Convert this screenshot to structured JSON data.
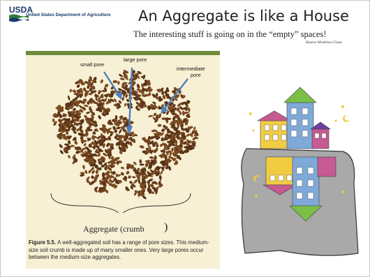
{
  "header": {
    "logo_text": "USDA",
    "agency": "United States Department of Agriculture",
    "title": "An Aggregate is like a House",
    "subtitle": "The interesting stuff is going on in the “empty” spaces!",
    "attribution": "Bianca Moebius-Clune"
  },
  "figure": {
    "labels": {
      "small_pore": "small pore",
      "large_pore": "large pore",
      "intermediate_pore_line1": "intermediate",
      "intermediate_pore_line2": "pore"
    },
    "aggregate_label": "Aggregate (crumb",
    "aggregate_paren": ")",
    "caption_prefix": "Figure 5.5.",
    "caption_text": "A well-aggregated soil has a range of pore sizes. This medium-size soil crumb is made up of many smaller ones. Very large pores occur between the medium-size aggregates.",
    "colors": {
      "bar": "#6e8c3a",
      "panel": "#f7f0d4",
      "soil": "#5b3417",
      "arrow": "#4f7fc0"
    }
  },
  "house_illustration": {
    "colors": {
      "gray": "#a9a9a9",
      "yellow": "#f1cc43",
      "blue": "#7fa9d8",
      "pink": "#c65a93",
      "green": "#7bbf46"
    }
  }
}
